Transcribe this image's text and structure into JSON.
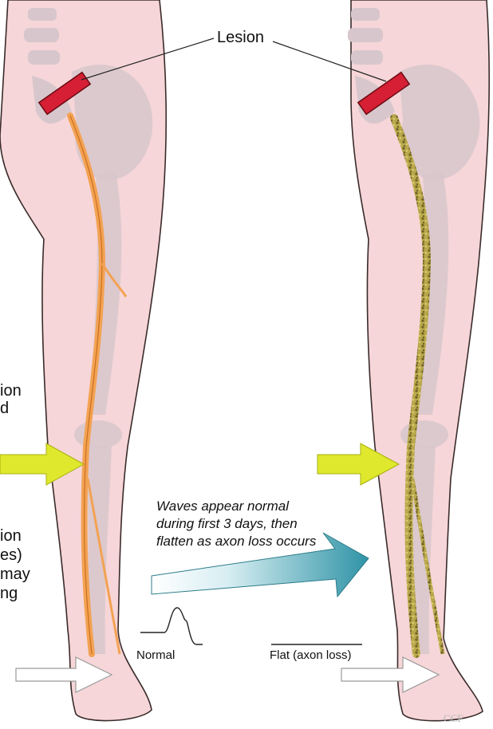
{
  "labels": {
    "lesion": "Lesion",
    "left_cut_1": [
      "ion",
      "d"
    ],
    "left_cut_2": [
      "ion",
      "es)",
      "may",
      "ng"
    ],
    "wave_note": [
      "Waves appear normal",
      "during first 3 days, then",
      "flatten as axon loss occurs"
    ],
    "normal": "Normal",
    "flat": "Flat (axon loss)",
    "credit": "CCF"
  },
  "colors": {
    "skin": "#f6d6d8",
    "skin_edge": "#3a2b2b",
    "bone": "#d7c7cc",
    "nerve_healthy": "#f3a253",
    "nerve_degenerated": "#a08f3a",
    "lesion": "#d61f34",
    "yellow_arrow": "#dfe82c",
    "white_arrow": "#ffffff",
    "blue_arrow": "#3f9fb0"
  },
  "icons": [
    "lesion-block",
    "stimulus-arrow",
    "recording-arrow",
    "wave-trend-arrow"
  ]
}
